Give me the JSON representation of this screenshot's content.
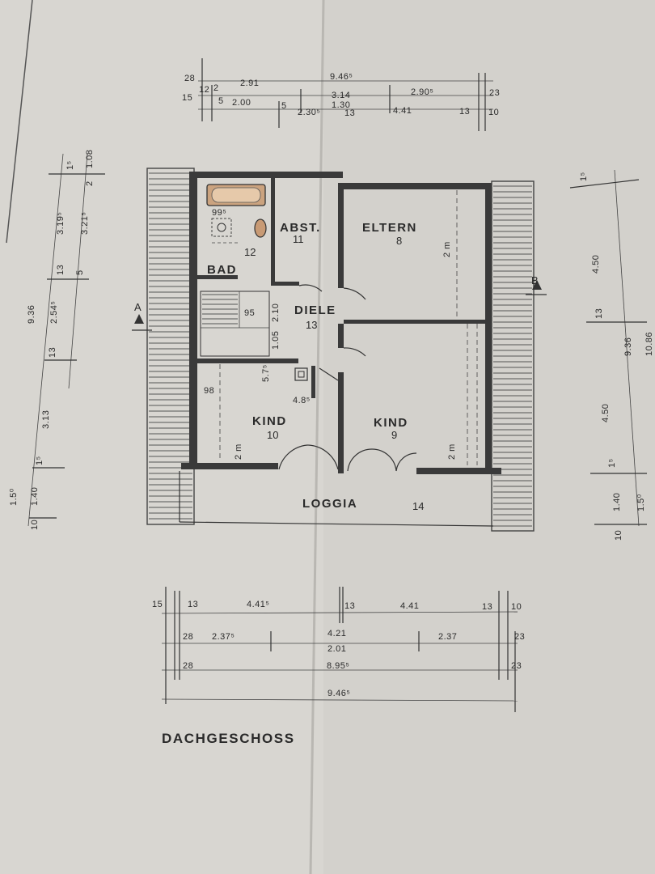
{
  "title": "DACHGESCHOSS",
  "rooms": [
    {
      "name": "ABST.",
      "number": "11"
    },
    {
      "name": "ELTERN",
      "number": "8"
    },
    {
      "name": "BAD",
      "number": "12"
    },
    {
      "name": "DIELE",
      "number": "13"
    },
    {
      "name": "KIND",
      "number": "10"
    },
    {
      "name": "KIND",
      "number": "9"
    },
    {
      "name": "LOGGIA",
      "number": "14"
    }
  ],
  "section_marks": {
    "left": "A",
    "right": "B"
  },
  "top_dimensions": {
    "row1": [
      "28",
      "2.91",
      "9.46⁵",
      "3.14",
      "2.90⁵",
      "23"
    ],
    "row2": [
      "15",
      "12",
      "2",
      "5",
      "2.00",
      "5",
      "2.30⁵",
      "1.30",
      "13",
      "4.41",
      "13",
      "10"
    ]
  },
  "bottom_dimensions": {
    "row1": [
      "15",
      "13",
      "4.41⁵",
      "13",
      "4.41",
      "13",
      "10"
    ],
    "row2": [
      "28",
      "2.37⁵",
      "4.21",
      "2.01",
      "2.37",
      "23"
    ],
    "row3": [
      "28",
      "8.95⁵",
      "23"
    ],
    "row4": [
      "9.46⁵"
    ]
  },
  "left_dimensions": [
    "9.36",
    "3.19⁵",
    "3.21⁵",
    "13",
    "2.54⁵",
    "13",
    "3.13",
    "1⁵",
    "1.40",
    "1.5⁰",
    "10",
    "1⁵",
    "1.08",
    "5",
    "2"
  ],
  "right_dimensions": [
    "1⁵",
    "4.50",
    "13",
    "9.36",
    "10.86",
    "4.50",
    "1⁵",
    "1.40",
    "1.5⁰",
    "10"
  ],
  "inner_labels": {
    "bad_width": "99⁵",
    "stair_95": "95",
    "stair_210": "2.10",
    "stair_105": "1.05",
    "kind_98": "98",
    "kind_485": "4.8⁵",
    "kind_575": "5.7⁵",
    "eltern_2m": "2 m",
    "kind10_2m": "2 m",
    "kind9_2m": "2 m"
  }
}
